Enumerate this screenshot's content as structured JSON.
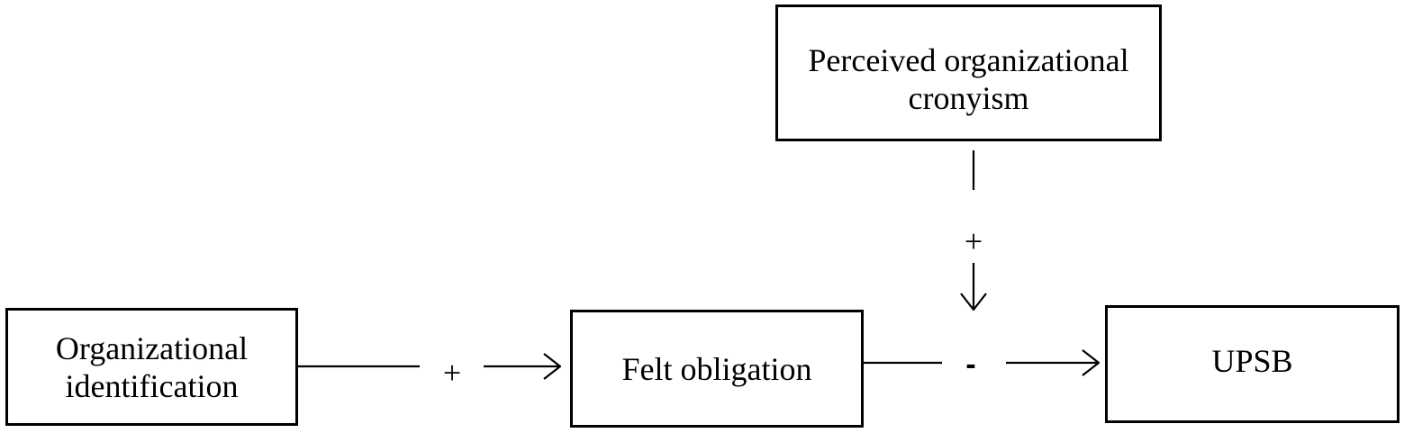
{
  "nodes": {
    "organizational_identification": "Organizational\nidentification",
    "felt_obligation": "Felt obligation",
    "upsb": "UPSB",
    "perceived_cronyism": "Perceived organizational\ncronyism"
  },
  "edges": {
    "oi_to_fo_sign": "+",
    "fo_to_upsb_sign": "-",
    "moderation_sign": "+"
  },
  "colors": {
    "stroke": "#000000",
    "background": "#ffffff"
  }
}
